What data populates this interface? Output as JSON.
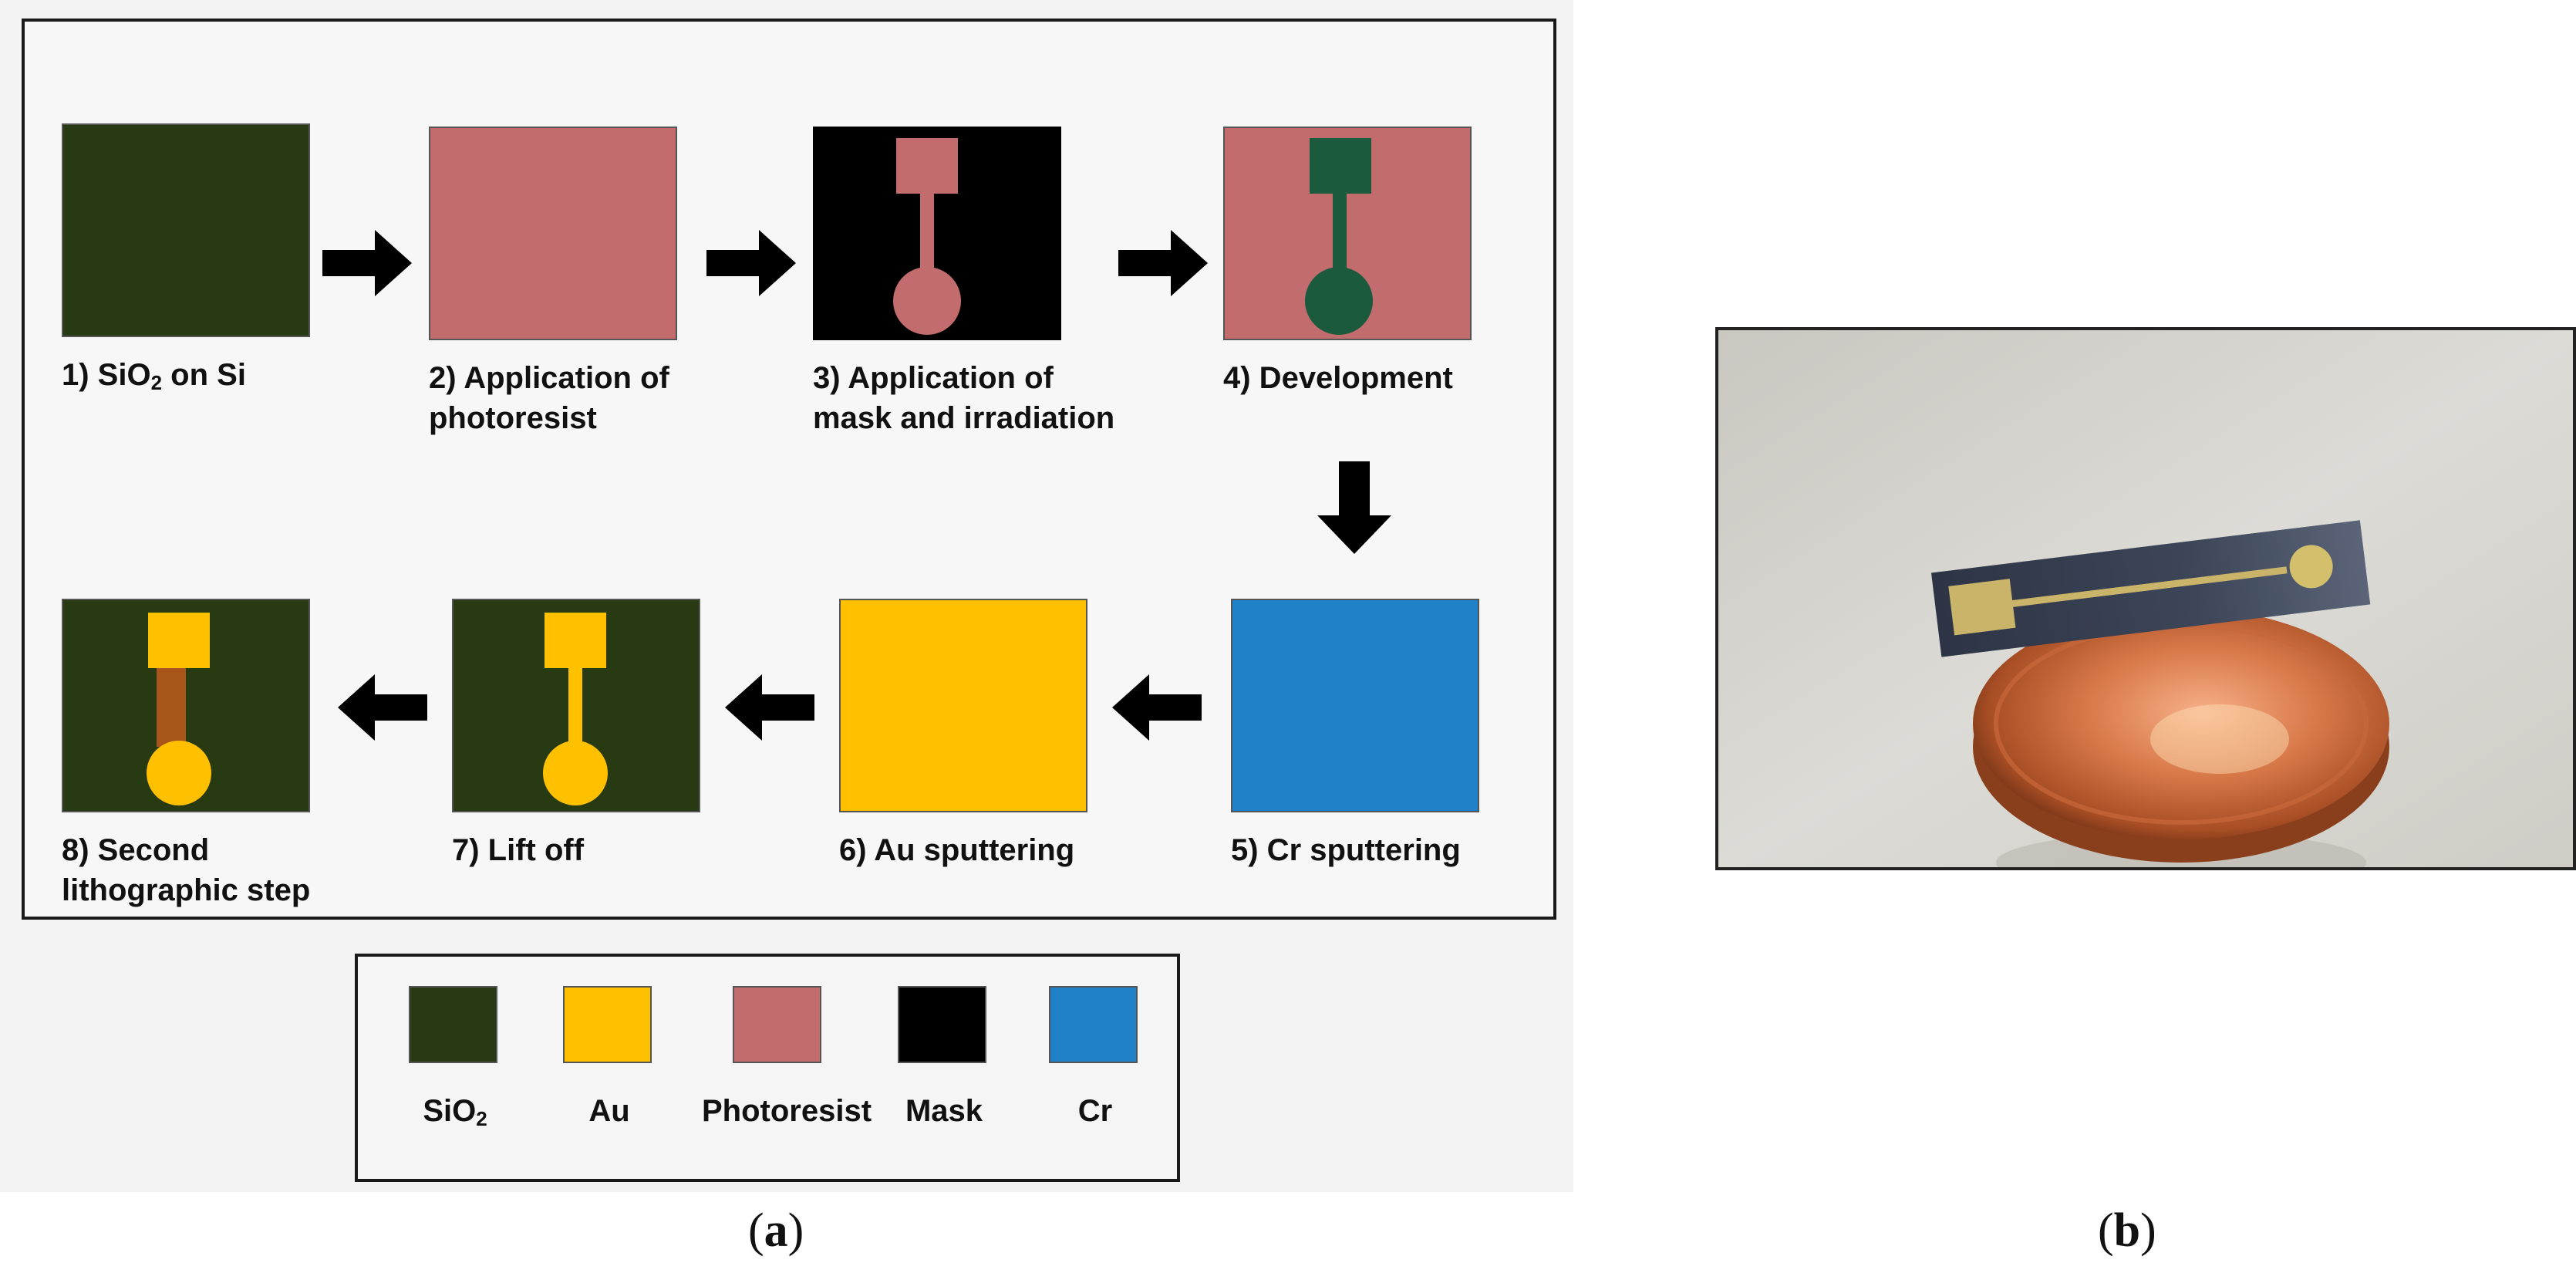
{
  "colors": {
    "sio2": "#283a12",
    "photoresist": "#c36c6d",
    "mask": "#000000",
    "developed": "#1b5a3d",
    "cr": "#2081c9",
    "au": "#ffc000",
    "cr_exposed": "#a8561a",
    "arrow": "#000000"
  },
  "steps": [
    {
      "lines": [
        "1) SiO",
        "2",
        " on Si"
      ]
    },
    {
      "lines": [
        "2) Application of",
        "photoresist"
      ]
    },
    {
      "lines": [
        "3) Application of",
        "mask and irradiation"
      ]
    },
    {
      "lines": [
        "4) Development"
      ]
    },
    {
      "lines": [
        "5) Cr sputtering"
      ]
    },
    {
      "lines": [
        "6) Au sputtering"
      ]
    },
    {
      "lines": [
        "7) Lift off"
      ]
    },
    {
      "lines": [
        "8) Second",
        "lithographic step"
      ]
    }
  ],
  "legend": [
    {
      "label": "SiO",
      "sub": "2",
      "color": "#283a12"
    },
    {
      "label": "Au",
      "sub": "",
      "color": "#ffc000"
    },
    {
      "label": "Photoresist",
      "sub": "",
      "color": "#c36c6d"
    },
    {
      "label": "Mask",
      "sub": "",
      "color": "#000000"
    },
    {
      "label": "Cr",
      "sub": "",
      "color": "#2081c9"
    }
  ],
  "captions": {
    "a": "a",
    "b": "b"
  }
}
